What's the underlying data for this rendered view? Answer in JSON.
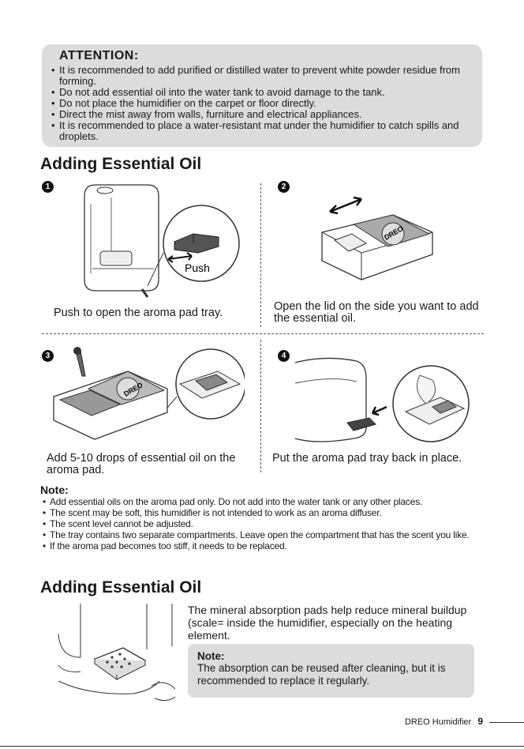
{
  "attention": {
    "title": "ATTENTION:",
    "items": [
      "It is recommended to add purified or distilled water to prevent white powder residue from forming.",
      "Do not add essential oil into the water tank to avoid damage to the tank.",
      "Do not place the humidifier on the carpet or floor directly.",
      "Direct the mist away from walls, furniture and electrical appliances.",
      "It is recommended to place a water-resistant mat under the humidifier to catch spills and droplets."
    ]
  },
  "section1": {
    "title": "Adding Essential Oil",
    "steps": [
      {
        "number": "1",
        "caption": "Push to open the aroma pad tray.",
        "callout": "Push"
      },
      {
        "number": "2",
        "caption": "Open the lid on the side you want to add the essential oil."
      },
      {
        "number": "3",
        "caption": "Add 5-10 drops of essential oil on the aroma pad."
      },
      {
        "number": "4",
        "caption": "Put the aroma pad tray back in place."
      }
    ],
    "brand_mark": "DREO"
  },
  "note": {
    "title": "Note:",
    "items": [
      "Add essential oils on the aroma pad only. Do not add into the water tank or any other places.",
      "The scent may be soft, this humidifier is not intended to work as an aroma diffuser.",
      "The scent level cannot be adjusted.",
      "The tray contains two separate compartments. Leave open the compartment that has the scent you like.",
      "If the aroma pad becomes too stiff, it needs to be replaced."
    ]
  },
  "section2": {
    "title": "Adding Essential Oil",
    "description": "The mineral absorption pads help reduce mineral buildup (scale= inside the humidifier, especially on the heating element.",
    "note_title": "Note:",
    "note_text": "The absorption can be reused after cleaning, but it is recommended to replace it regularly."
  },
  "footer": {
    "brand": "DREO Humidifier",
    "page": "9"
  }
}
